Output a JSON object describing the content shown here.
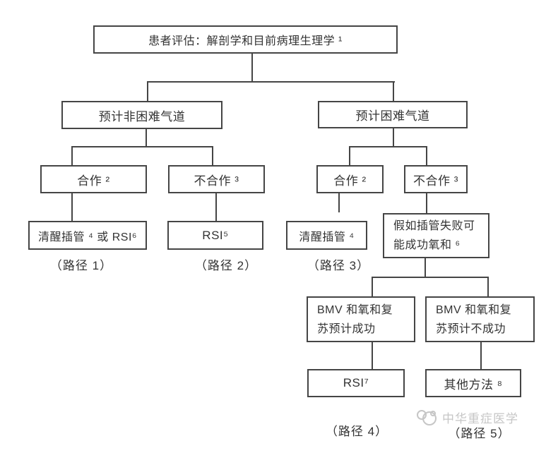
{
  "diagram": {
    "title_node": "患者评估：解剖学和目前病理生理学 ¹",
    "nodes": {
      "assessment": {
        "label": "患者评估：解剖学和目前病理生理学 ¹"
      },
      "non_difficult_airway": {
        "label": "预计非困难气道"
      },
      "difficult_airway": {
        "label": "预计困难气道"
      },
      "cooperative_left": {
        "label": "合作 ²"
      },
      "uncooperative_left": {
        "label": "不合作 ³"
      },
      "cooperative_right": {
        "label": "合作 ²"
      },
      "uncooperative_right": {
        "label": "不合作 ³"
      },
      "awake_intubation_or_rsi": {
        "label": "清醒插管 ⁴ 或 RSI⁶"
      },
      "rsi_5": {
        "label": "RSI⁵"
      },
      "awake_intubation": {
        "label": "清醒插管 ⁴"
      },
      "failed_intubation_oxygenation": {
        "label": "假如插管失败可能成功氧和 ⁶",
        "lines": [
          "假如插管失败可",
          "能成功氧和 ⁶"
        ]
      },
      "bmv_success": {
        "label": "BMV 和氧和复苏预计成功",
        "lines": [
          "BMV 和氧和复",
          "苏预计成功"
        ]
      },
      "bmv_failure": {
        "label": "BMV 和氧和复苏预计不成功",
        "lines": [
          "BMV 和氧和复",
          "苏预计不成功"
        ]
      },
      "rsi_7": {
        "label": "RSI⁷"
      },
      "other_methods": {
        "label": "其他方法 ⁸"
      }
    },
    "path_labels": {
      "path1": "（路径 1）",
      "path2": "（路径 2）",
      "path3": "（路径 3）",
      "path4": "（路径 4）",
      "path5": "（路径 5）"
    },
    "watermark": {
      "icon": "panda-face-logo",
      "text": "中华重症医学"
    },
    "colors": {
      "line": "#454545",
      "text": "#333333",
      "watermark": "#c6c6c6",
      "background": "#ffffff"
    }
  }
}
